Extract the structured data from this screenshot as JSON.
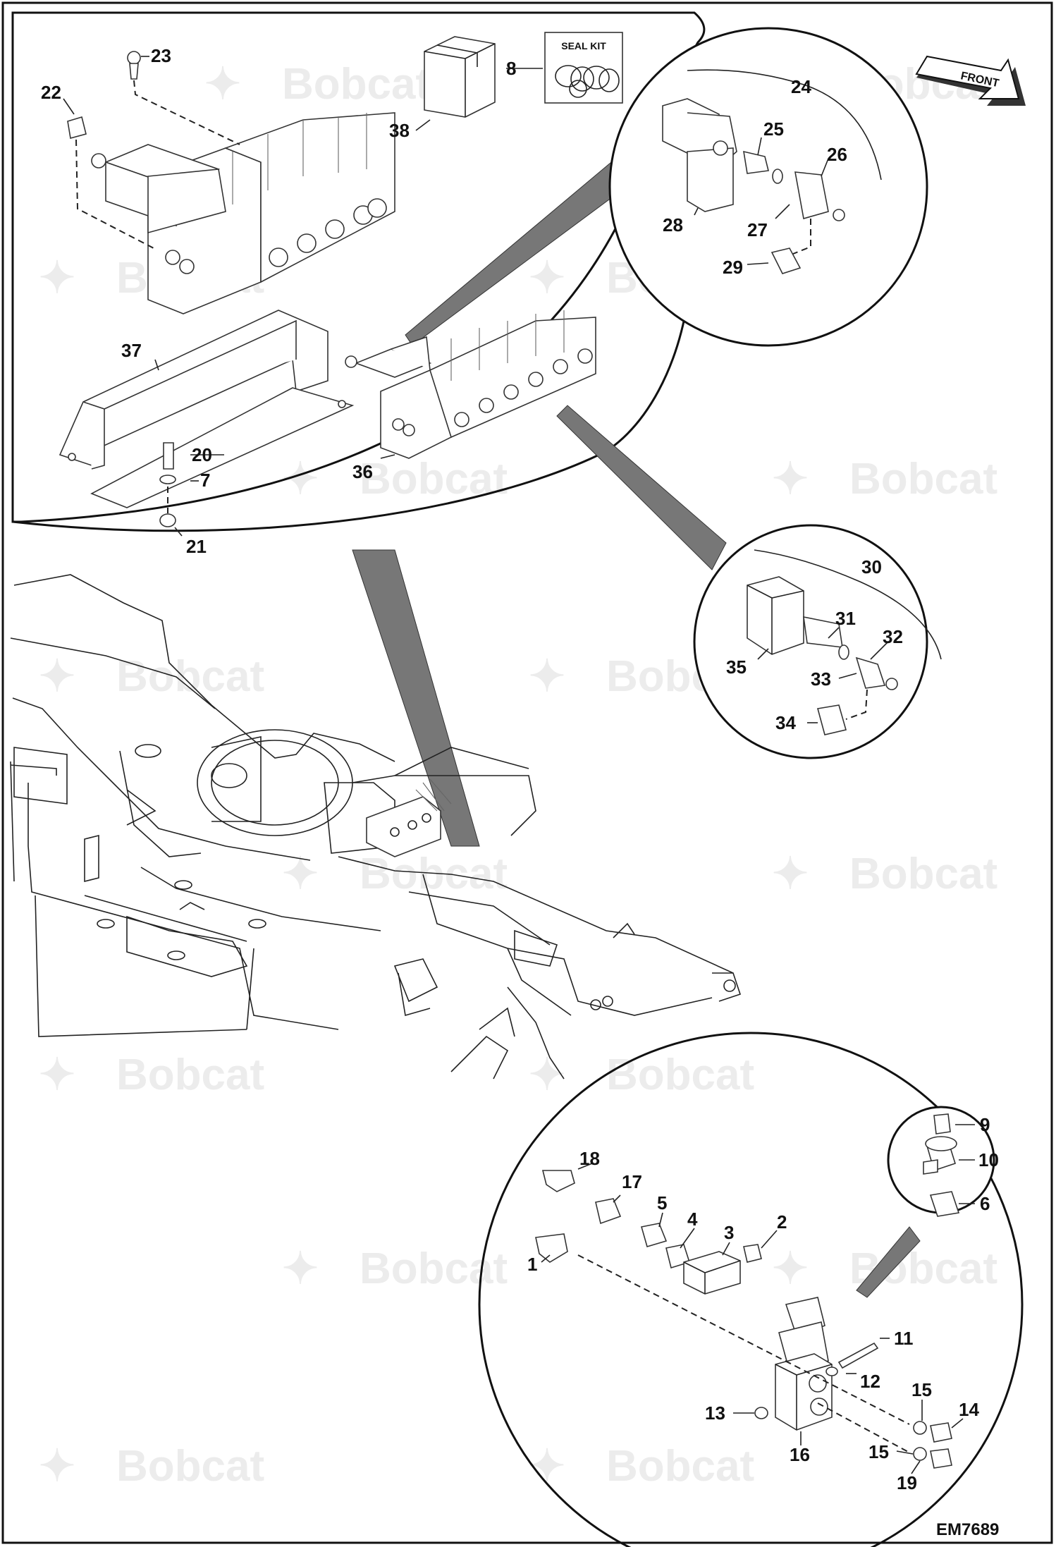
{
  "drawing_id": "EM7689",
  "front_label": "FRONT",
  "seal_kit_label": "SEAL KIT",
  "watermark": "Bobcat",
  "callouts": [
    "1",
    "2",
    "3",
    "4",
    "5",
    "6",
    "7",
    "8",
    "9",
    "10",
    "11",
    "12",
    "13",
    "14",
    "15",
    "16",
    "17",
    "18",
    "19",
    "20",
    "21",
    "22",
    "23",
    "24",
    "25",
    "26",
    "27",
    "28",
    "29",
    "30",
    "31",
    "32",
    "33",
    "34",
    "35",
    "36",
    "37",
    "38"
  ]
}
